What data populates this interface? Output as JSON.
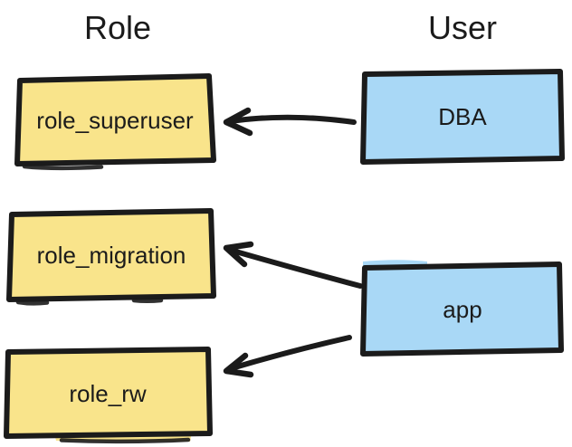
{
  "diagram": {
    "headers": {
      "left": "Role",
      "right": "User"
    },
    "nodes": {
      "role_superuser": {
        "label": "role_superuser",
        "type": "role"
      },
      "role_migration": {
        "label": "role_migration",
        "type": "role"
      },
      "role_rw": {
        "label": "role_rw",
        "type": "role"
      },
      "dba": {
        "label": "DBA",
        "type": "user"
      },
      "app": {
        "label": "app",
        "type": "user"
      }
    },
    "edges": [
      {
        "from": "DBA",
        "to": "role_superuser"
      },
      {
        "from": "app",
        "to": "role_migration"
      },
      {
        "from": "app",
        "to": "role_rw"
      }
    ],
    "colors": {
      "role_box_fill": "#f9e48b",
      "user_box_fill": "#a9d8f6",
      "line": "#1b1b1b",
      "background": "#ffffff"
    }
  }
}
